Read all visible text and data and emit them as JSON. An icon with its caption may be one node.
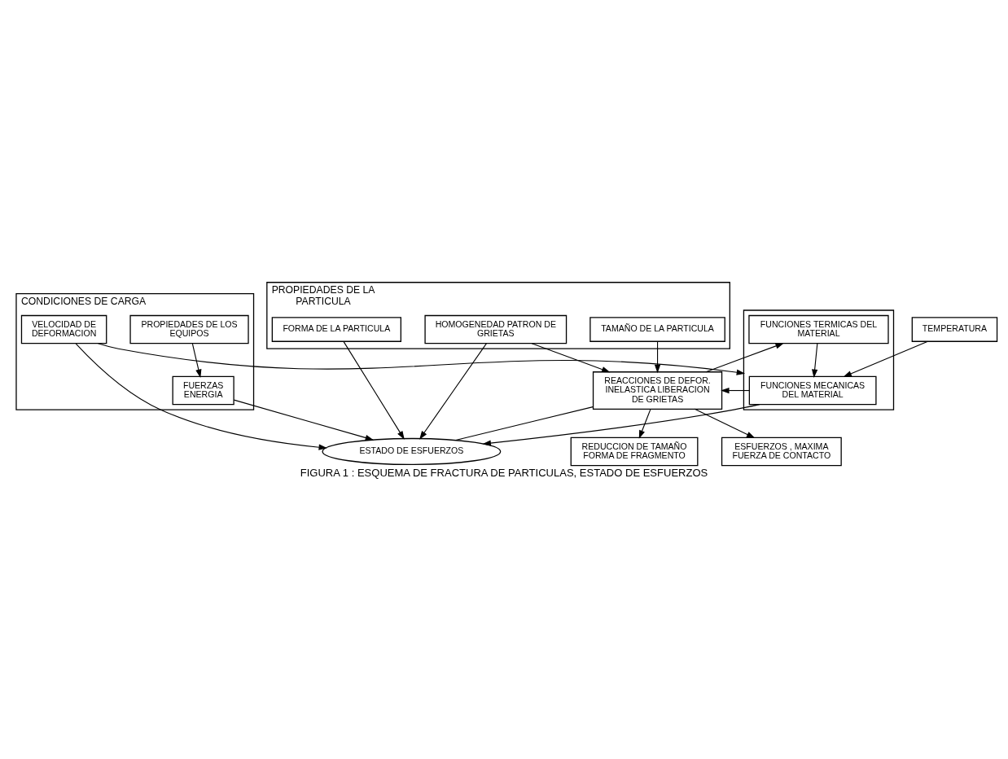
{
  "diagram": {
    "caption": "FIGURA 1 : ESQUEMA DE FRACTURA DE PARTICULAS, ESTADO DE ESFUERZOS",
    "nodes": [
      {
        "text": [
          "PROPIEDADES DE LA PARTICULA"
        ]
      },
      {
        "text": [
          "FORMA DE LA PARTICULA"
        ],
        "in": 0
      },
      {
        "text": [
          "TAMAÑO DE LA PARTICULA"
        ],
        "in": 0
      },
      {
        "text": [
          "HOMOGENEDAD PATRON DE GRIETAS"
        ],
        "in": 0
      },
      {
        "text": [
          "CONDICIONES DE CARGA"
        ]
      },
      {
        "text": [
          "FUERZAS",
          "ENERGIA"
        ],
        "in": 4
      },
      {
        "text": [
          "PROPIEDADES DE LOS EQUIPOS"
        ],
        "in": 4
      },
      {
        "text": [
          "VELOCIDAD DE DEFORMACION"
        ],
        "in": 4
      },
      {
        "text": [
          "ESTADO DE ESFUERZOS"
        ]
      },
      {
        "text": [
          "TEMPERATURA"
        ]
      },
      {
        "text": [],
        "shape": "box"
      },
      {
        "text": [
          "FUNCIONES MECANICAS DEL MATERIAL"
        ],
        "in": 10
      },
      {
        "text": [
          "FUNCIONES TERMICAS DEL MATERIAL"
        ],
        "in": 10
      },
      {
        "text": [
          "REACCIONES DE DEFOR. INELASTICA LIBERACION DE GRIETAS"
        ]
      },
      {
        "text": [
          "ESFUERZOS , MAXIMA FUERZA DE CONTACTO"
        ]
      },
      {
        "text": [
          "REDUCCION DE TAMAÑO FORMA DE FRAGMENTO"
        ]
      }
    ],
    "edges": [
      {
        "from": 6,
        "to": 5,
        "arrow": "to"
      },
      {
        "from": 5,
        "to": 8,
        "arrow": "to"
      },
      {
        "from": 1,
        "to": 8,
        "arrow": "to"
      },
      {
        "from": 7,
        "to": 8,
        "arrow": "to"
      },
      {
        "from": 7,
        "to": 10,
        "arrow": "to"
      },
      {
        "from": 9,
        "to": 11,
        "arrow": "to"
      },
      {
        "from": 3,
        "to": 8,
        "arrow": "to"
      },
      {
        "from": 2,
        "to": 13,
        "arrow": "to"
      },
      {
        "from": 3,
        "to": 13,
        "arrow": "to"
      },
      {
        "from": 11,
        "to": 8,
        "arrow": "to"
      },
      {
        "from": 11,
        "to": 13,
        "arrow": "to"
      },
      {
        "from": 13,
        "to": 8,
        "arrow": "none"
      },
      {
        "from": 12,
        "to": 11,
        "arrow": "to"
      },
      {
        "from": 13,
        "to": 12,
        "arrow": "to"
      },
      {
        "from": 13,
        "to": 14,
        "arrow": "to"
      },
      {
        "from": 13,
        "to": 15,
        "arrow": "to"
      }
    ]
  }
}
